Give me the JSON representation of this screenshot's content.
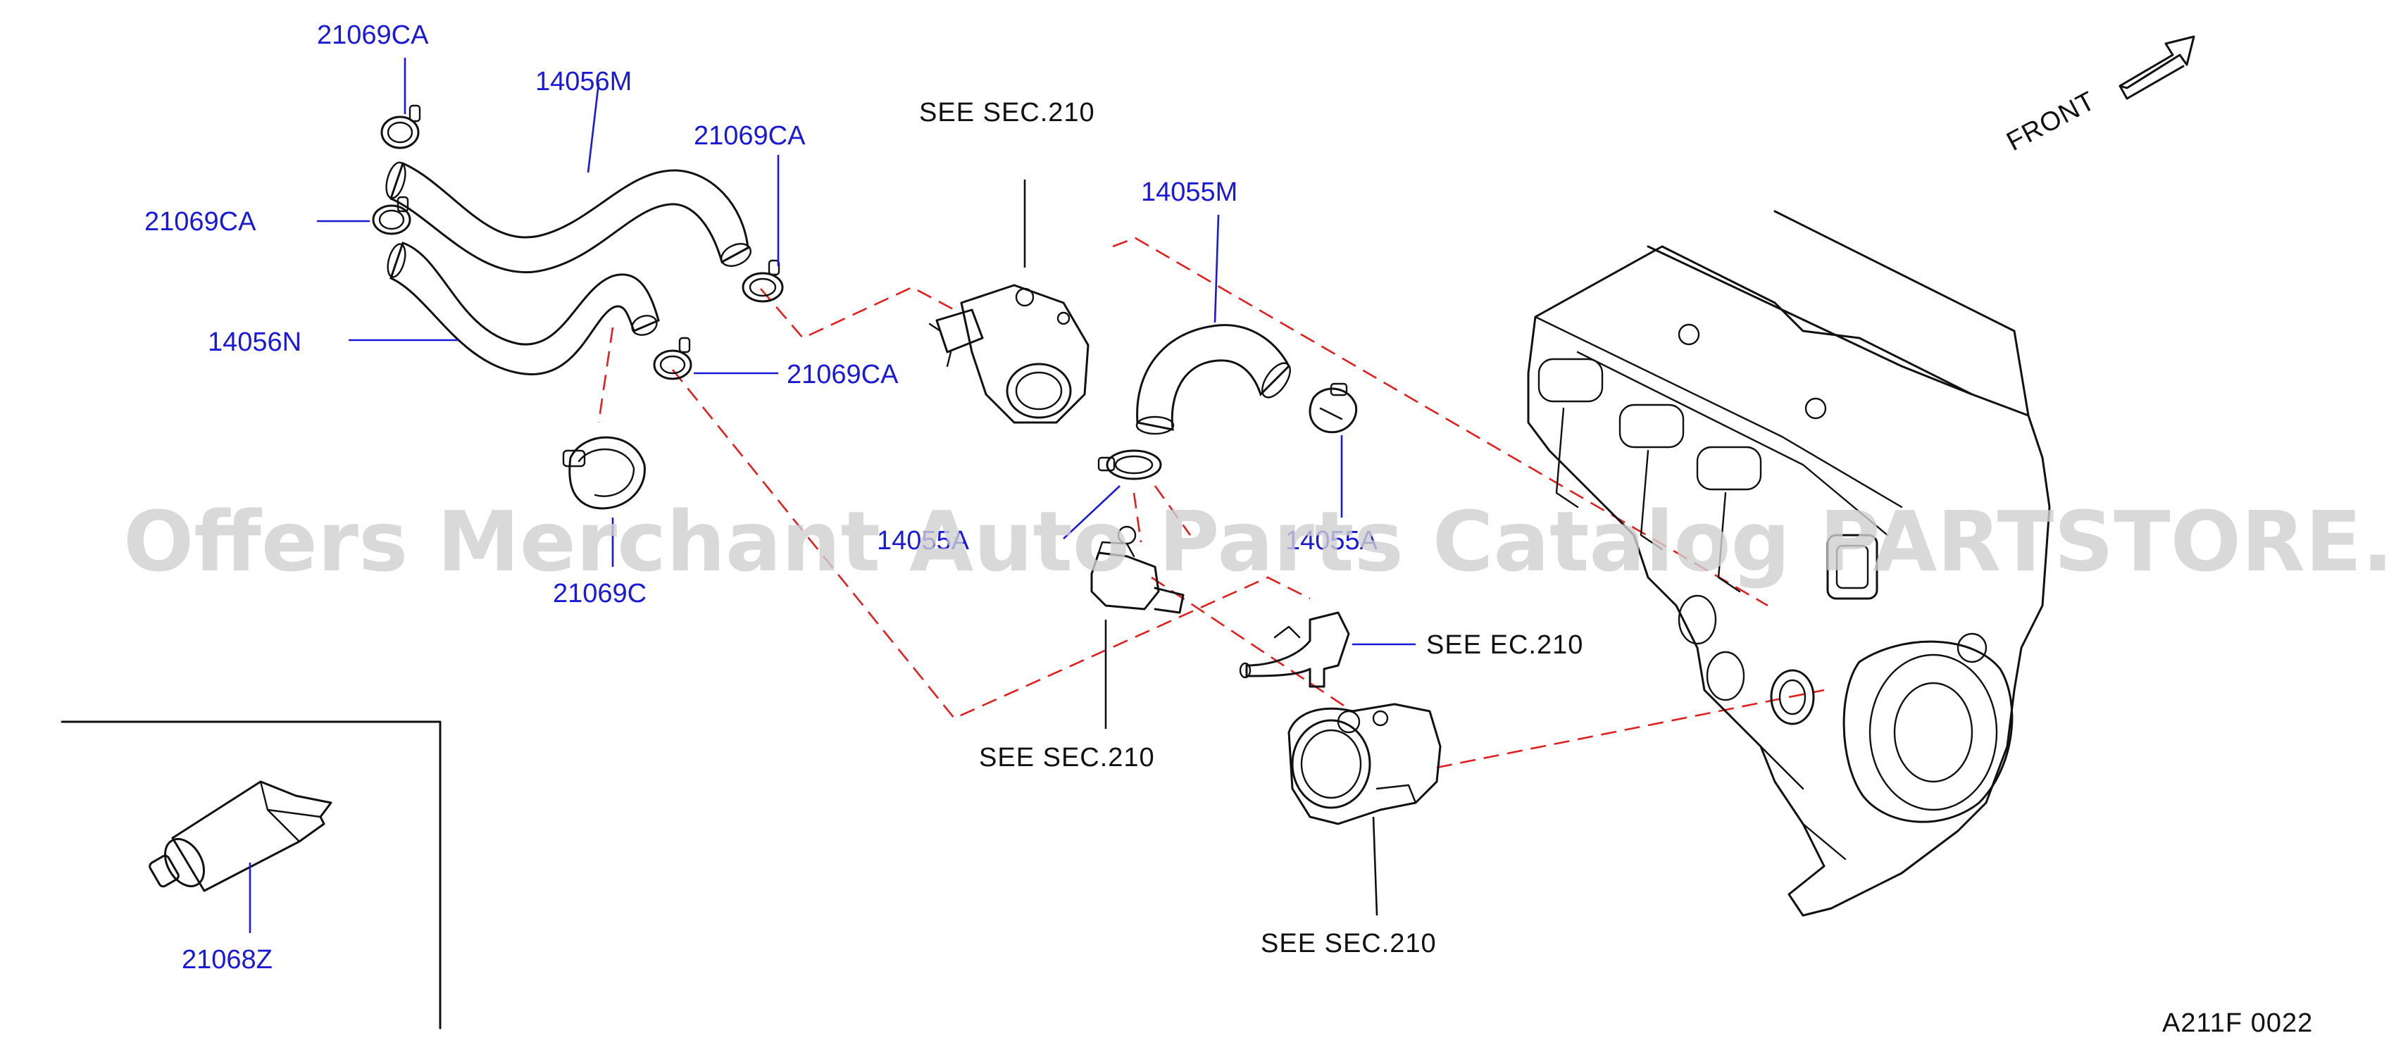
{
  "parts": {
    "clamp_top": "21069CA",
    "hose_upper": "14056M",
    "clamp_upper_right": "21069CA",
    "clamp_left": "21069CA",
    "hose_lower": "14056N",
    "clamp_lower_right": "21069CA",
    "clamp_c": "21069C",
    "hose_main": "14055M",
    "clamp_a_left": "14055A",
    "clamp_a_right": "14055A",
    "sealant": "21068Z"
  },
  "references": {
    "see_top": "SEE   SEC.210",
    "see_right": "SEE   EC.210",
    "see_middle": "SEE   SEC.210",
    "see_bottom": "SEE   SEC.210"
  },
  "orientation": {
    "front": "FRONT"
  },
  "diagram_code": "A211F   0022",
  "watermark": "Offers Merchant Auto Parts Catalog PARTSTORE.SA",
  "colors": {
    "part_number": "#1a1ad6",
    "connector_dash": "#e02020",
    "linework": "#111111"
  }
}
